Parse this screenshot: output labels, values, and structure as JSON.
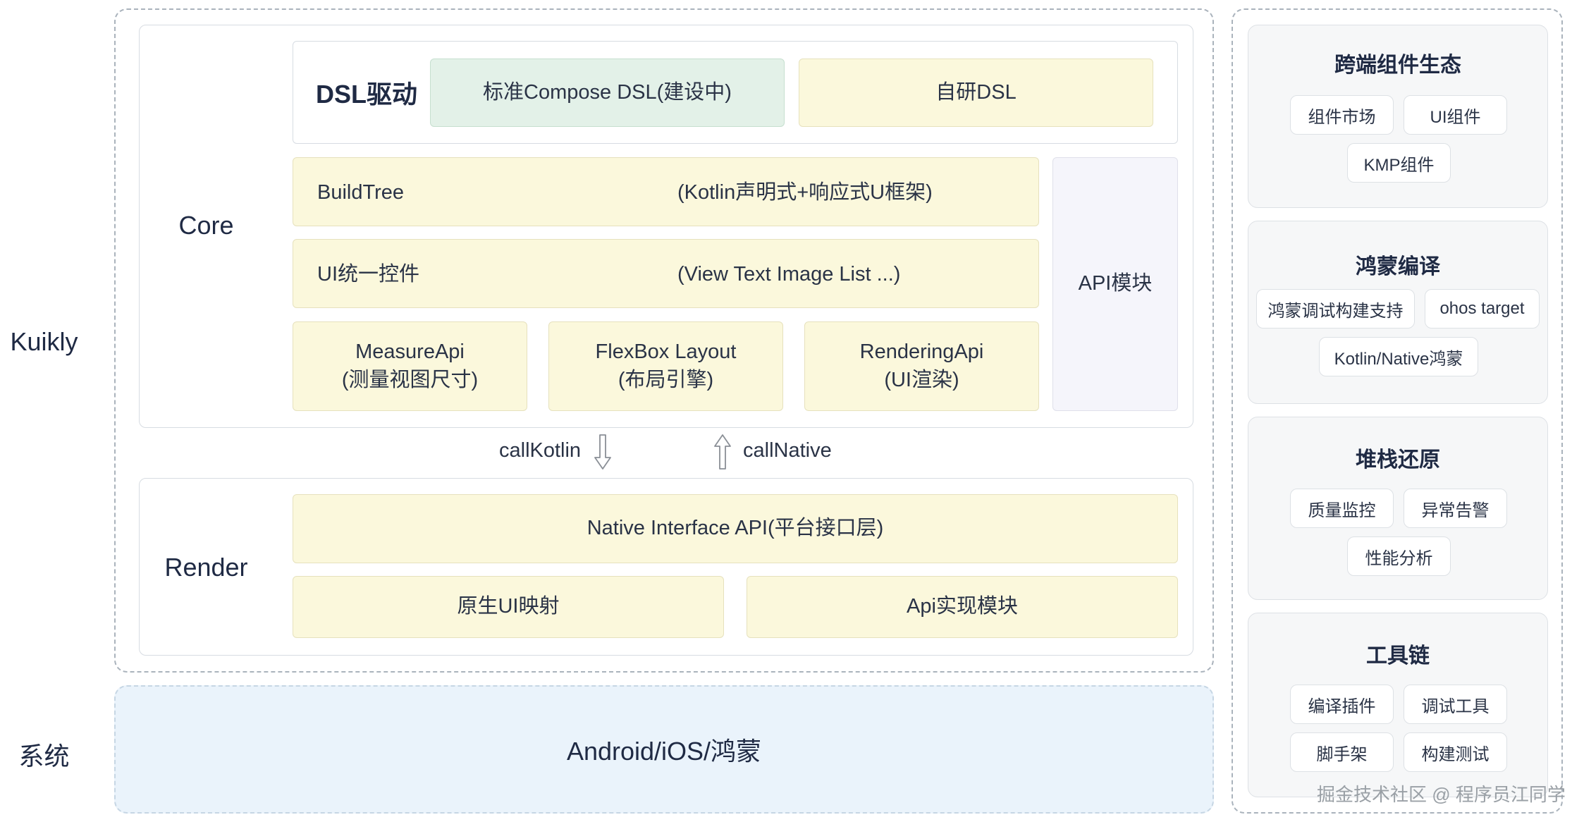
{
  "left_labels": {
    "kuikly": "Kuikly",
    "system": "系统"
  },
  "core": {
    "label": "Core",
    "dsl": {
      "label": "DSL驱动",
      "compose": "标准Compose DSL(建设中)",
      "self": "自研DSL"
    },
    "buildtree": {
      "name": "BuildTree",
      "desc": "(Kotlin声明式+响应式U框架)"
    },
    "ui": {
      "name": "UI统一控件",
      "desc": "(View Text Image List ...)"
    },
    "measure": {
      "line1": "MeasureApi",
      "line2": "(测量视图尺寸)"
    },
    "flexbox": {
      "line1": "FlexBox Layout",
      "line2": "(布局引擎)"
    },
    "rendering": {
      "line1": "RenderingApi",
      "line2": "(UI渲染)"
    },
    "api_module": "API模块"
  },
  "arrows": {
    "call_kotlin": "callKotlin",
    "call_native": "callNative"
  },
  "render": {
    "label": "Render",
    "native_interface": "Native Interface API(平台接口层)",
    "native_ui": "原生UI映射",
    "api_impl": "Api实现模块"
  },
  "system": {
    "platforms": "Android/iOS/鸿蒙"
  },
  "panels": {
    "ecosystem": {
      "title": "跨端组件生态",
      "chips": [
        "组件市场",
        "UI组件",
        "KMP组件"
      ]
    },
    "harmony": {
      "title": "鸿蒙编译",
      "chips": [
        "鸿蒙调试构建支持",
        "ohos target",
        "Kotlin/Native鸿蒙"
      ]
    },
    "stack": {
      "title": "堆栈还原",
      "chips": [
        "质量监控",
        "异常告警",
        "性能分析"
      ]
    },
    "toolchain": {
      "title": "工具链",
      "chips": [
        "编译插件",
        "调试工具",
        "脚手架",
        "构建测试"
      ]
    }
  },
  "watermark": "掘金技术社区 @ 程序员江同学"
}
